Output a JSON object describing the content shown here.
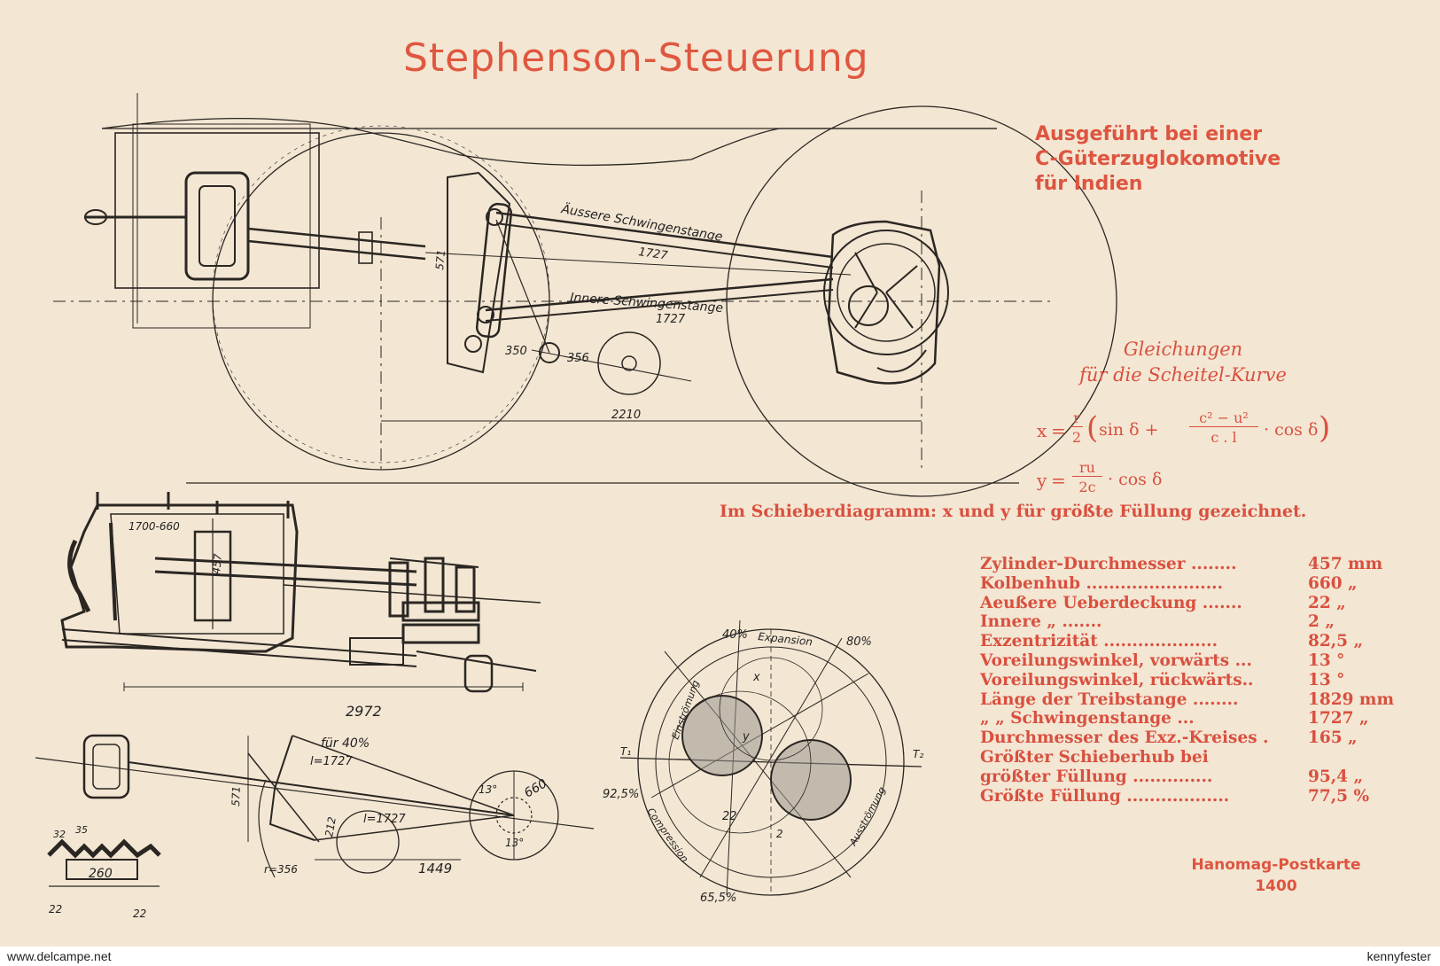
{
  "title": "Stephenson-Steuerung",
  "subtitle_lines": [
    "Ausgeführt bei einer",
    "C-Güterzuglokomotive",
    "für Indien"
  ],
  "equations": {
    "heading_1": "Gleichungen",
    "heading_2": "für die Scheitel-Kurve",
    "x_lhs": "x",
    "x_frac_num": "r",
    "x_frac_den": "2",
    "x_sin": "sin δ +",
    "x_frac2_num": "c² − u²",
    "x_frac2_den": "c . l",
    "x_cos": "· cos δ",
    "y_lhs": "y",
    "y_frac_num": "ru",
    "y_frac_den": "2c",
    "y_cos": "· cos δ"
  },
  "note": "Im Schieberdiagramm: x und y für größte Füllung gezeichnet.",
  "specs": [
    {
      "label": "Zylinder-Durchmesser ........",
      "value": "457 mm"
    },
    {
      "label": "Kolbenhub ........................",
      "value": "660 „"
    },
    {
      "label": "Aeußere Ueberdeckung .......",
      "value": "22 „"
    },
    {
      "label": "Innere          „          .......",
      "value": "2 „"
    },
    {
      "label": "Exzentrizität ....................",
      "value": "82,5 „"
    },
    {
      "label": "Voreilungswinkel, vorwärts ...",
      "value": "13 °"
    },
    {
      "label": "Voreilungswinkel, rückwärts..",
      "value": "13 °"
    },
    {
      "label": "Länge der Treibstange ........",
      "value": "1829 mm"
    },
    {
      "label": "      „      „  Schwingenstange ...",
      "value": "1727 „"
    },
    {
      "label": "Durchmesser des Exz.-Kreises .",
      "value": "165 „"
    },
    {
      "label": "Größter Schieberhub bei",
      "value": ""
    },
    {
      "label": "   größter Füllung ..............",
      "value": "95,4 „"
    },
    {
      "label": "Größte Füllung ..................",
      "value": "77,5 %"
    }
  ],
  "footer": {
    "line1": "Hanomag-Postkarte",
    "line2": "1400"
  },
  "drawing_labels": {
    "outer_rod": "Äussere Schwingenstange",
    "inner_rod": "Innere Schwingenstange",
    "dim_1727a": "1727",
    "dim_1727b": "1727",
    "dim_571": "571",
    "dim_350": "350",
    "dim_356": "356",
    "dim_2210": "2210",
    "dim_2972": "2972",
    "dim_1449": "1449",
    "dim_660": "660",
    "dim_l1727a": "l=1727",
    "dim_l1727b": "l=1727",
    "dim_fuer40": "für 40%",
    "dim_r356": "r=356",
    "dim_212": "212",
    "dim_13a": "13°",
    "dim_13b": "13°",
    "dim_1700": "1700-660",
    "dim_457": "457",
    "dim_260": "260",
    "dim_32a": "32",
    "dim_35": "35",
    "dim_22a": "22",
    "dim_22b": "22",
    "pct_40": "40%",
    "pct_80": "80%",
    "pct_925": "92,5%",
    "pct_655": "65,5%",
    "expansion": "Expansion",
    "einstroemung": "Einströmung",
    "compression": "Compression",
    "ausstroemung": "Ausströmung",
    "t1": "T₁",
    "t2": "T₂",
    "x_mark": "x",
    "y_mark": "y",
    "sd_22": "22",
    "sd_2": "2"
  },
  "credits": {
    "left": "www.delcampe.net",
    "right": "kennyfester"
  },
  "colors": {
    "paper": "#f3e6d3",
    "accent_red": "#d9503f",
    "ink": "#222222"
  }
}
